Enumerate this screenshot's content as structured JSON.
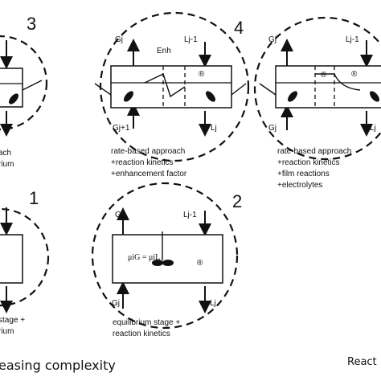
{
  "panels": {
    "p3": {
      "number": "3",
      "caption_lines": [
        "ach",
        "rium"
      ]
    },
    "p4": {
      "number": "4",
      "label_top_left": "Gj",
      "label_top_right": "Lj-1",
      "label_bottom_left": "Gj+1",
      "label_bottom_right": "Lj",
      "enh_label": "Enh",
      "r_symbol": "®",
      "caption_lines": [
        "rate-based approach",
        "+reaction kinetics",
        "+enhancement factor"
      ]
    },
    "p5": {
      "label_top_left": "Gj",
      "label_top_right": "Lj-1",
      "label_bottom_left": "Gj",
      "label_bottom_right": "Lj",
      "r_symbol_1": "®",
      "r_symbol_2": "®",
      "caption_lines": [
        "rate-based approach",
        "+reaction kinetics",
        "+film reactions",
        "+electrolytes"
      ]
    },
    "p1": {
      "number": "1",
      "caption_lines": [
        "stage +",
        "rium"
      ]
    },
    "p2": {
      "number": "2",
      "label_top_left": "Gj",
      "label_top_right": "Lj-1",
      "label_bottom_left": "Gj",
      "label_bottom_right": "Lj",
      "equation": "μiG = μiL",
      "r_symbol": "®",
      "caption_lines": [
        "equilibrium stage +",
        "reaction kinetics"
      ]
    }
  },
  "bottom": {
    "left_text": "easing complexity",
    "right_text": "React"
  }
}
